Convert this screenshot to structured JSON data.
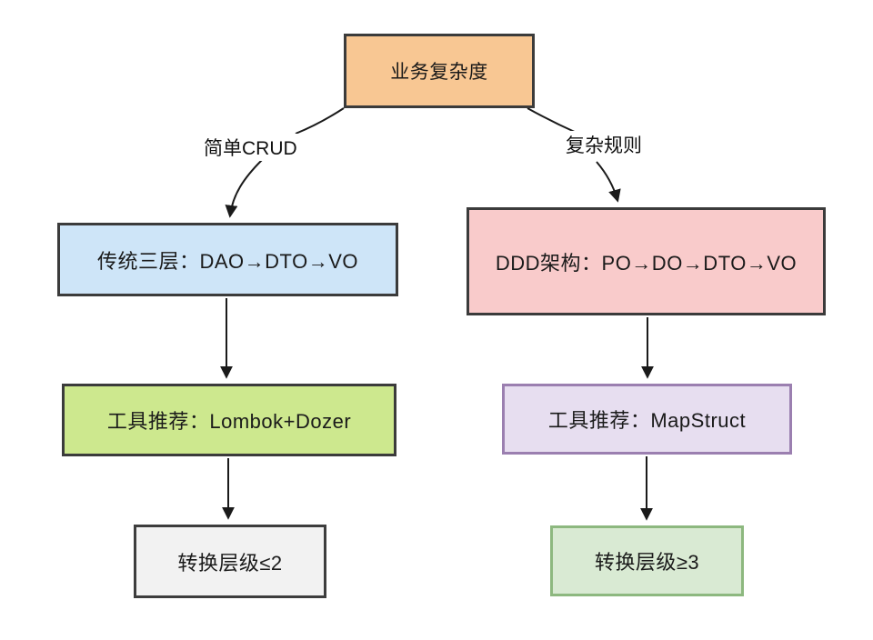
{
  "diagram": {
    "type": "flowchart-decision-tree",
    "background": "#ffffff",
    "nodes": {
      "root": {
        "label": "业务复杂度",
        "fill": "#f8c793",
        "border": "#3b3b3b"
      },
      "traditional": {
        "label": "传统三层：DAO→DTO→VO",
        "fill": "#cee5f8",
        "border": "#3b3b3b"
      },
      "ddd": {
        "label": "DDD架构：PO→DO→DTO→VO",
        "fill": "#f9cbcb",
        "border": "#3b3b3b"
      },
      "tool_left": {
        "label": "工具推荐：Lombok+Dozer",
        "fill": "#cde88e",
        "border": "#3b3b3b"
      },
      "tool_right": {
        "label": "工具推荐：MapStruct",
        "fill": "#e7def0",
        "border": "#9b7fb0"
      },
      "level_left": {
        "label": "转换层级≤2",
        "fill": "#f2f2f2",
        "border": "#3d3d3d"
      },
      "level_right": {
        "label": "转换层级≥3",
        "fill": "#d9ead3",
        "border": "#8db87f"
      }
    },
    "edges": {
      "left_branch": {
        "from": "root",
        "to": "traditional",
        "label": "简单CRUD"
      },
      "right_branch": {
        "from": "root",
        "to": "ddd",
        "label": "复杂规则"
      },
      "traditional_to_tool": {
        "from": "traditional",
        "to": "tool_left",
        "label": ""
      },
      "ddd_to_tool": {
        "from": "ddd",
        "to": "tool_right",
        "label": ""
      },
      "tool_left_to_level": {
        "from": "tool_left",
        "to": "level_left",
        "label": ""
      },
      "tool_right_to_level": {
        "from": "tool_right",
        "to": "level_right",
        "label": ""
      }
    },
    "line_color": "#1a1a1a"
  }
}
